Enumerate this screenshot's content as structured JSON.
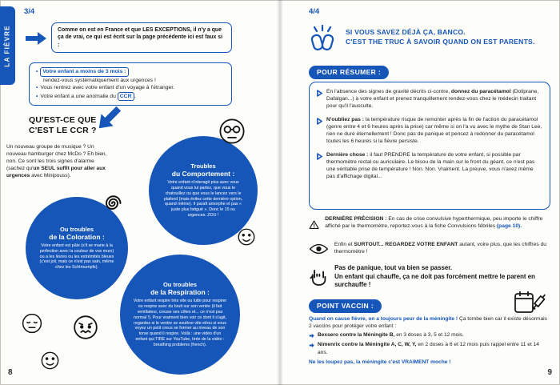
{
  "colors": {
    "accent": "#1656b8",
    "ink": "#1a1a1a"
  },
  "icons": {
    "left_arrows": "blue-arrow",
    "faces": [
      "glasses-neutral-face",
      "spiral-dizzy",
      "smiley",
      "closed-eyes-face",
      "grimace-face",
      "smiley"
    ],
    "banner": "clapping-hands",
    "precision": "warning-triangle",
    "regard": "eye",
    "calm": "rock-hand",
    "vaccine": "calendar-syringe"
  },
  "left": {
    "tab": "LA FIÈVRE",
    "indicator": "3/4",
    "page_number": "8",
    "intro": "Comme on est en France et que LES EXCEPTIONS, il n'y a que ça de vrai, ce qui est écrit sur la page précédente ici est faux si :",
    "conditions": {
      "one_label": "Votre enfant a moins de 3 mois :",
      "one_text": "rendez-vous systématiquement aux urgences !",
      "two_text": "Vous rentrez avec votre enfant d'un voyage à l'étranger.",
      "three_pre": "Votre enfant a une anomalie du ",
      "three_label": "CCR",
      "three_post": "."
    },
    "ccr_heading_1": "QU'EST-CE QUE",
    "ccr_heading_2": "C'EST LE CCR ?",
    "ccr_p1": "Un nouveau groupe de musique ? Un nouveau hamburger chez McDo ? Eh bien, non. Ce sont les trois signes d'alarme (sachez qu'",
    "ccr_strong": "un SEUL suffit pour aller aux urgences",
    "ccr_p2": " avec Minipouss).",
    "circles": {
      "comportement": {
        "t1": "Troubles",
        "t2": "du Comportement :",
        "body": "Votre enfant n'interagit plus avec vous quand vous lui parlez, que vous le chatouillez ou que vous le lancez vers le plafond (mais évitez cette dernière option, quand même). Il paraît amorphe et pas « juste plus fatigué ». Donc le 15 ou urgences. ZOU !"
      },
      "coloration": {
        "t1": "Ou troubles",
        "t2": "de la Coloration :",
        "body": "Votre enfant est pâle (s'il se marie à la perfection avec la couleur de vos murs) ou a les lèvres ou les extrémités bleues (c'est joli, mais ce n'est pas sain, même chez les Schtroumpfs)."
      },
      "respiration": {
        "t1": "Ou troubles",
        "t2": "de la Respiration :",
        "body": "Votre enfant respire très vite ou lutte pour respirer ou respire avec du bruit sur son ventre (il fait ventilateur, creuse ses côtes et... ce n'est pas normal !). Pour vraiment bien voir ce dont il s'agit, regardez si le ventre se soulève vite et/ou si vous voyez un petit creux se former au niveau de son torse quand il respire. Voilà : une vidéo d'un enfant qui TIRE sur YouTube, tirée de la vidéo : breathing problems (french)."
      }
    }
  },
  "right": {
    "indicator": "4/4",
    "page_number": "9",
    "banner_1": "SI VOUS SAVEZ DÉJÀ ÇA, BANCO.",
    "banner_2": "C'EST THE TRUC À SAVOIR QUAND ON EST PARENTS.",
    "resume": {
      "title": "POUR RÉSUMER :",
      "items": [
        {
          "pre": "En l'absence des signes de gravité décrits ci-contre, ",
          "strong": "donnez du paracétamol",
          "post": " (Doliprane, Dafalgan...) à votre enfant et prenez tranquillement rendez-vous chez le médecin traitant pour qu'il l'ausculte."
        },
        {
          "pre": "",
          "strong": "N'oubliez pas :",
          "post": " la température risque de remonter après la fin de l'action du paracétamol (genre entre 4 et 6 heures après la prise) car même si on l'a vu avec le mythe de Stan Lee, rien ne dure éternellement ! Donc pas de panique et pensez à redonner du paracétamol toutes les 6 heures si la fièvre persiste."
        },
        {
          "pre": "",
          "strong": "Dernière chose :",
          "post": " il faut PRENDRE la température de votre enfant, si possible par thermomètre rectal ou auriculaire. Le bisou de la main sur le front du géant, ce n'est pas une véritable prise de température ! Non. Non. Vraiment. La preuve, vous n'avez même pas d'affichage digital..."
        }
      ]
    },
    "precision": {
      "lead": "DERNIÈRE PRÉCISION :",
      "body": " En cas de crise convulsive hyperthermique, peu importe le chiffre affiché par le thermomètre, reportez-vous à la fiche Convulsions fébriles ",
      "pageref": "(page 10)."
    },
    "regard": {
      "pre": "Enfin et ",
      "strong": "SURTOUT... REGARDEZ VOTRE ENFANT ",
      "post": "autant, voire plus, que les chiffres du thermomètre !"
    },
    "calm_1": "Pas de panique, tout va bien se passer.",
    "calm_2": "Un enfant qui chauffe, ça ne doit pas forcément mettre le parent en surchauffe !",
    "vaccine": {
      "title": "POINT VACCIN :",
      "intro_strong": "Quand on cause fièvre, on a toujours peur de la méningite !",
      "intro_rest": " Ça tombe bien car il existe désormais 2 vaccins pour protéger votre enfant :",
      "items": [
        {
          "strong": "Bexsero contre la Méningite B,",
          "rest": " en 3 doses à 3, 5 et 12 mois."
        },
        {
          "strong": "Nimenrix contre la Méningite A, C, W, Y,",
          "rest": " en 2 doses à 6 et 12 mois puis rappel entre 11 et 14 ans."
        }
      ],
      "outro": "Ne les loupez pas, la méningite c'est VRAIMENT moche !"
    }
  }
}
